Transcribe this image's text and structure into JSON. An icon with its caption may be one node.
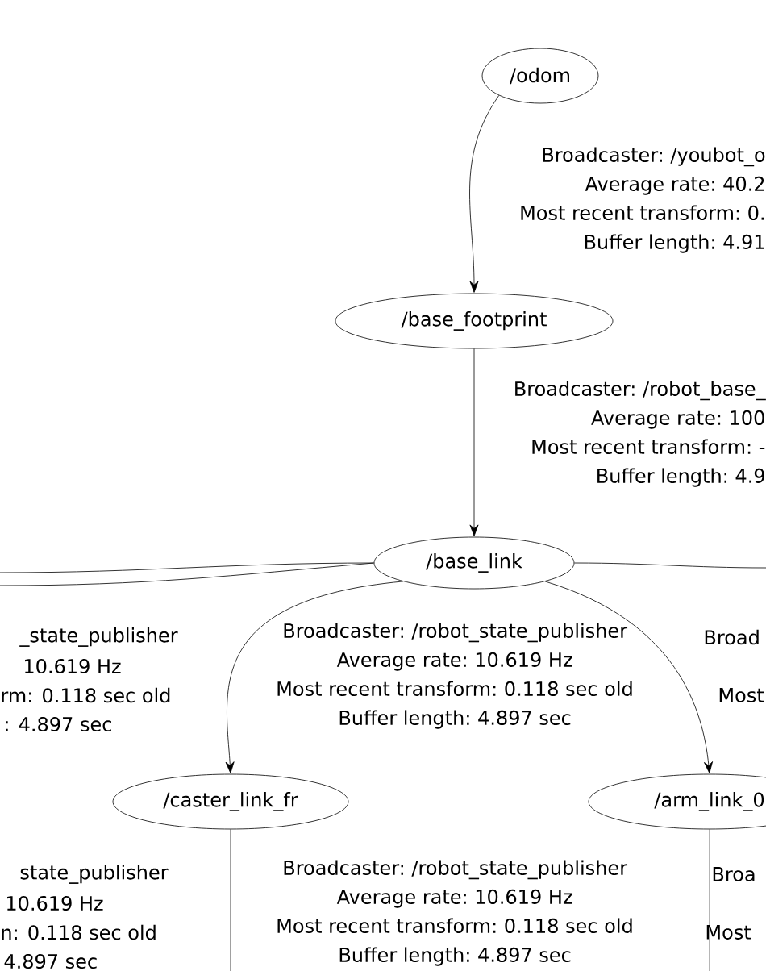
{
  "diagram": {
    "nodes": [
      {
        "text": [
          "/odom"
        ]
      },
      {
        "text": [
          "/base_footprint"
        ]
      },
      {
        "text": [
          "/base_link"
        ]
      },
      {
        "text": [
          "/caster_link_fr"
        ]
      },
      {
        "text": [
          "/arm_link_0"
        ]
      }
    ],
    "edges": [
      {
        "from": 0,
        "to": 1,
        "arrow": "to",
        "label": "Broadcaster: /youbot_o Average rate: 40.2 Most recent transform: 0. Buffer length: 4.91"
      },
      {
        "from": 1,
        "to": 2,
        "arrow": "to",
        "label": "Broadcaster: /robot_base_ Average rate: 100 Most recent transform: - Buffer length: 4.9"
      },
      {
        "from": 2,
        "to": null,
        "arrow": "none"
      },
      {
        "from": 2,
        "to": null,
        "arrow": "none"
      },
      {
        "from": 2,
        "to": null,
        "arrow": "none"
      },
      {
        "from": 2,
        "to": 3,
        "arrow": "to",
        "label": "Broadcaster: /robot_state_publisher Average rate: 10.619 Hz Most recent transform: 0.118 sec old Buffer length: 4.897 sec"
      },
      {
        "from": 2,
        "to": 4,
        "arrow": "to"
      },
      {
        "from": 3,
        "to": null,
        "arrow": "none",
        "label": "Broadcaster: /robot_state_publisher Average rate: 10.619 Hz Most recent transform: 0.118 sec old Buffer length: 4.897 sec"
      },
      {
        "from": 4,
        "to": null,
        "arrow": "none"
      }
    ],
    "labels": [
      "_state_publisher",
      "Broad",
      "10.619 Hz",
      "rm: 0.118 sec old",
      "Most",
      ": 4.897 sec",
      "state_publisher",
      "Broa",
      "10.619 Hz",
      "n: 0.118 sec old",
      "Most",
      "4.897 sec"
    ]
  }
}
